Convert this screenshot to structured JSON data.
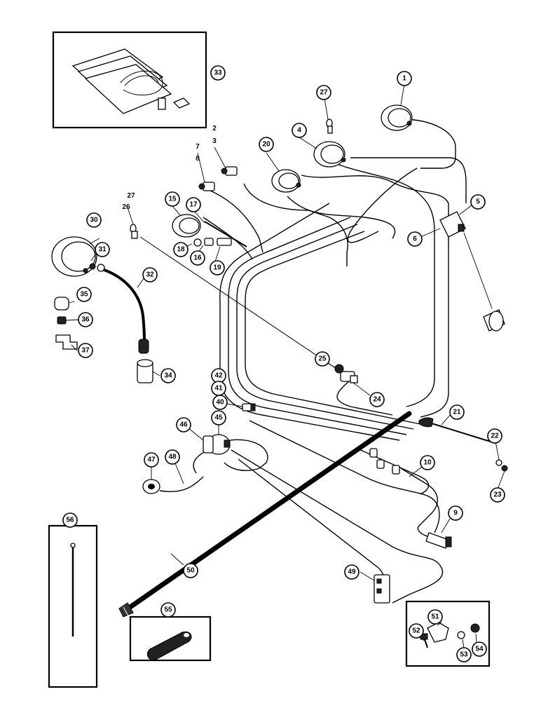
{
  "callouts": {
    "c1": "1",
    "c2": "2",
    "c3": "3",
    "c4": "4",
    "c5": "5",
    "c6": "6",
    "c7": "7",
    "c8": "8",
    "c9": "9",
    "c10": "10",
    "c15": "15",
    "c16": "16",
    "c17": "17",
    "c18": "18",
    "c19": "19",
    "c20": "20",
    "c21": "21",
    "c22": "22",
    "c23": "23",
    "c24": "24",
    "c25": "25",
    "c26": "26",
    "c27a": "27",
    "c27b": "27",
    "c30": "30",
    "c31": "31",
    "c32": "32",
    "c33": "33",
    "c34": "34",
    "c35": "35",
    "c36": "36",
    "c37": "37",
    "c40": "40",
    "c41": "41",
    "c42": "42",
    "c45": "45",
    "c46": "46",
    "c47": "47",
    "c48": "48",
    "c49": "49",
    "c50": "50",
    "c51": "51",
    "c52": "52",
    "c53": "53",
    "c54": "54",
    "c55": "55",
    "c56": "56"
  }
}
